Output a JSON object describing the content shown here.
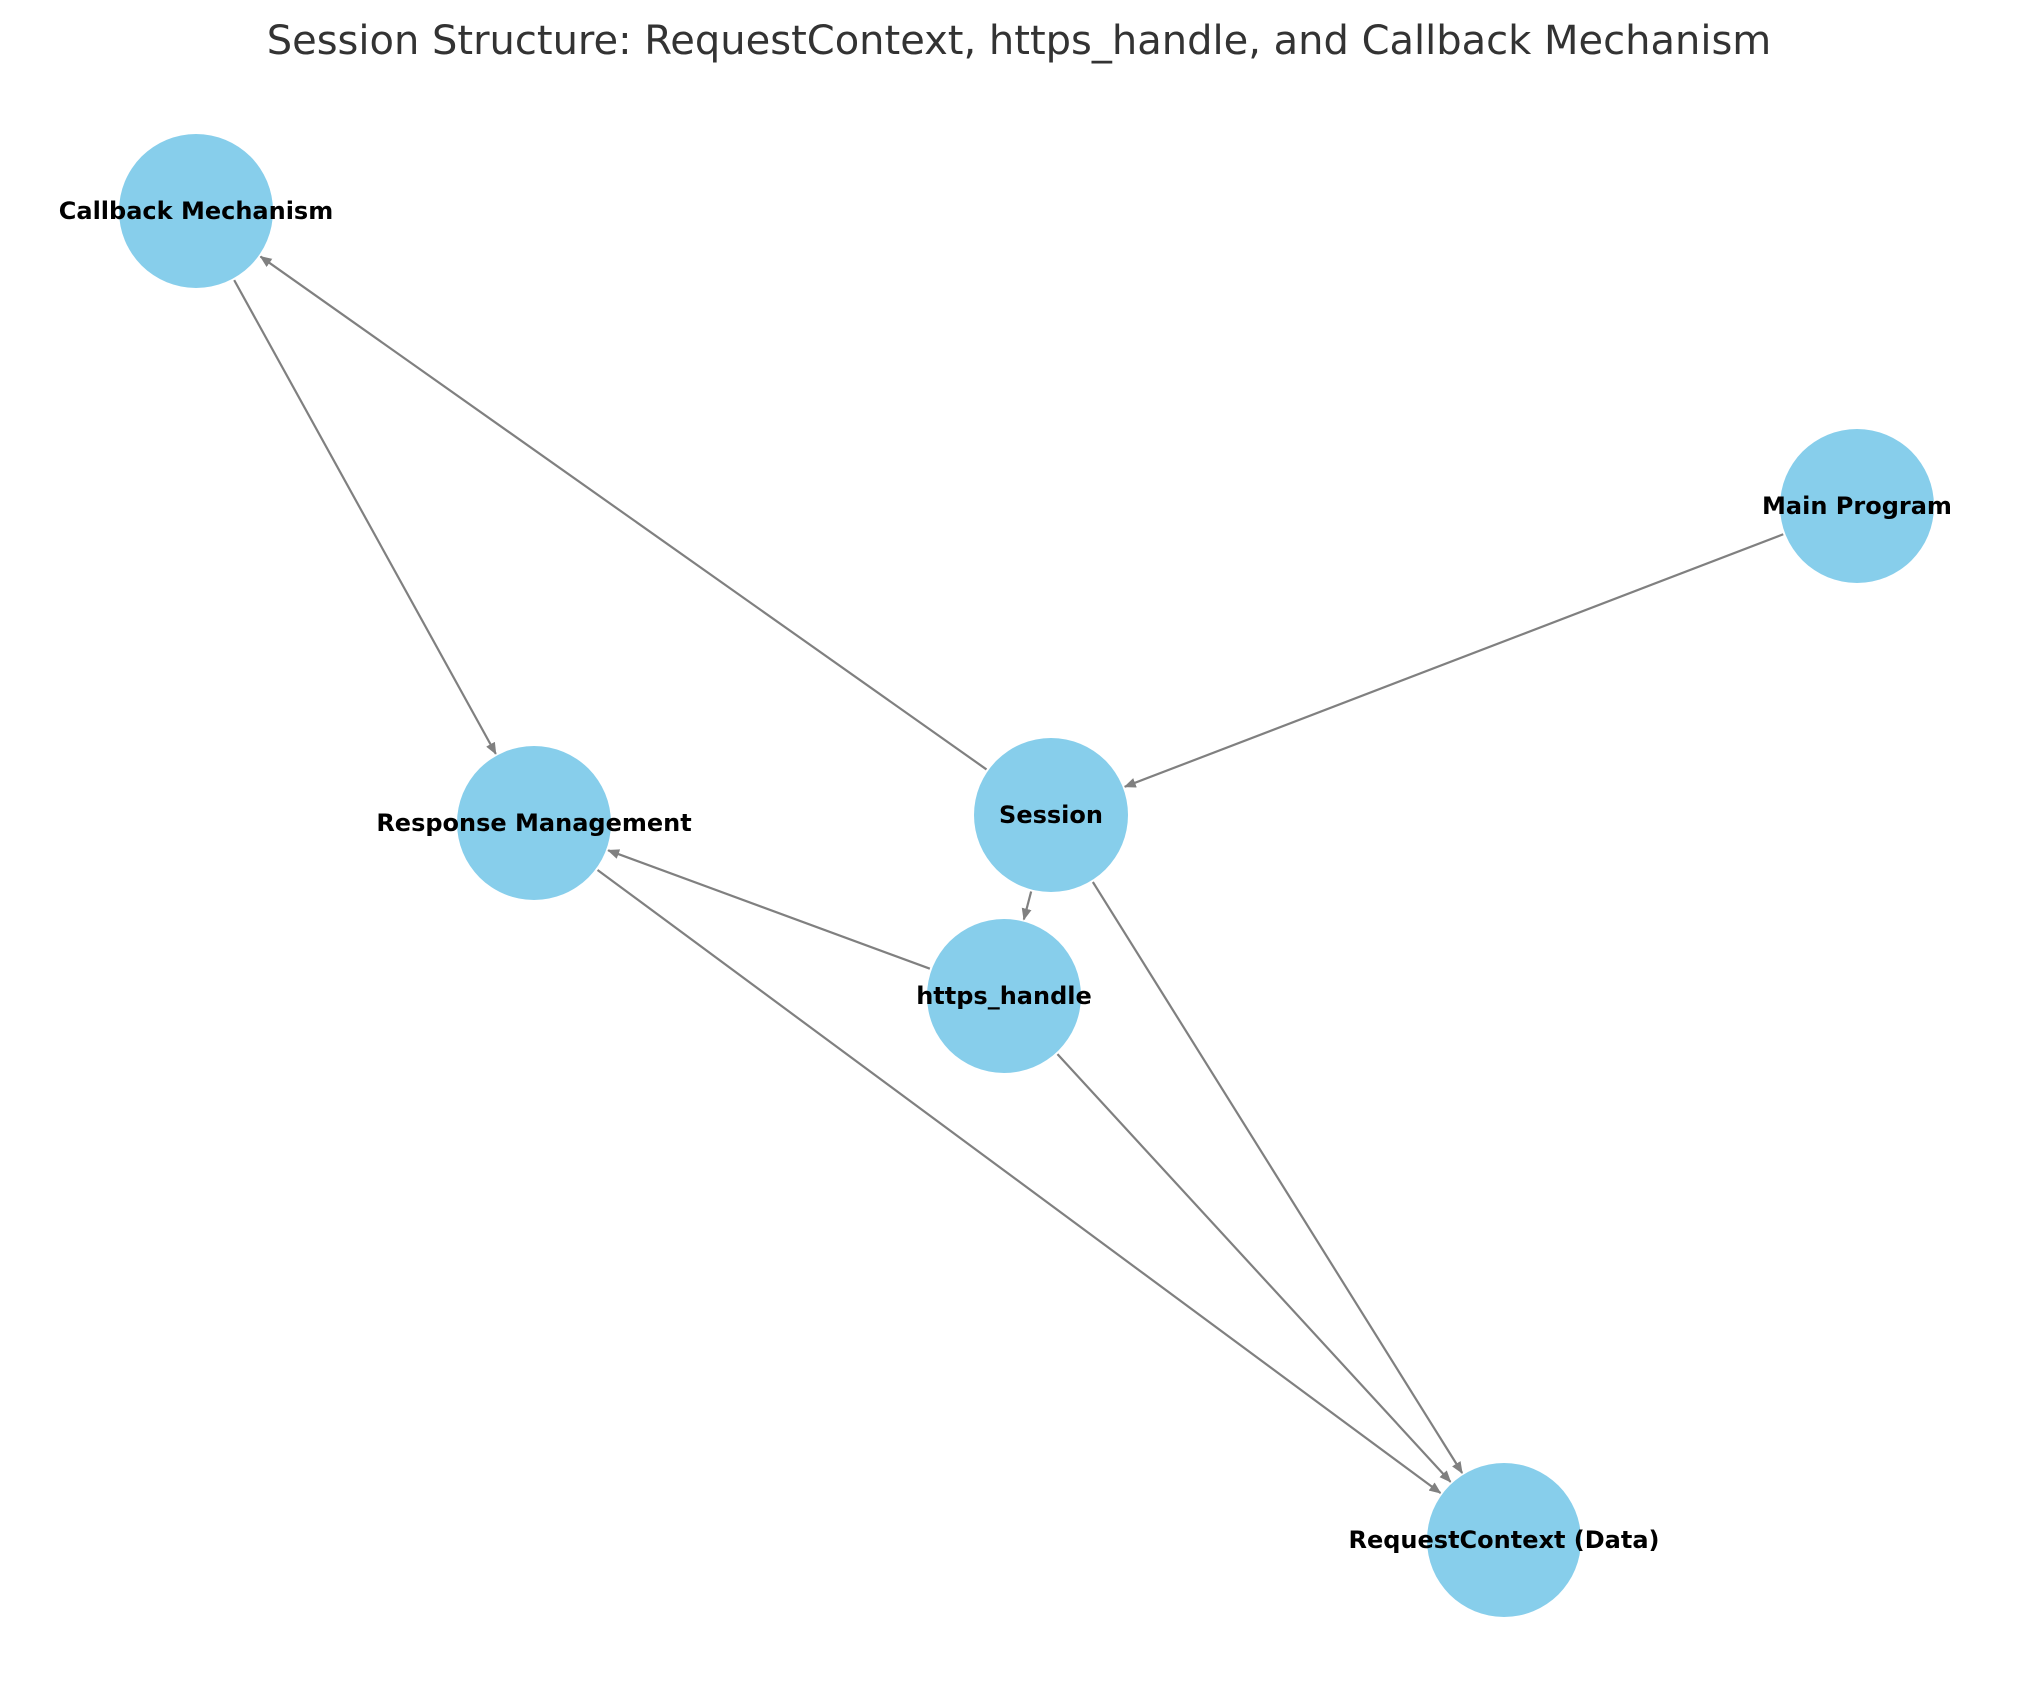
{
  "title": "Session Structure: RequestContext, https_handle, and Callback Mechanism",
  "colors": {
    "node_fill": "#87CEEB",
    "edge": "#808080",
    "title": "#333333",
    "label": "#000000"
  },
  "nodes": [
    {
      "id": "callback",
      "label": "Callback Mechanism"
    },
    {
      "id": "main",
      "label": "Main Program"
    },
    {
      "id": "response",
      "label": "Response Management"
    },
    {
      "id": "session",
      "label": "Session"
    },
    {
      "id": "https",
      "label": "https_handle"
    },
    {
      "id": "request",
      "label": "RequestContext (Data)"
    }
  ],
  "edges": [
    {
      "from": "main",
      "to": "session"
    },
    {
      "from": "session",
      "to": "callback"
    },
    {
      "from": "session",
      "to": "https"
    },
    {
      "from": "session",
      "to": "request"
    },
    {
      "from": "callback",
      "to": "response"
    },
    {
      "from": "https",
      "to": "response"
    },
    {
      "from": "https",
      "to": "request"
    },
    {
      "from": "response",
      "to": "request"
    }
  ]
}
